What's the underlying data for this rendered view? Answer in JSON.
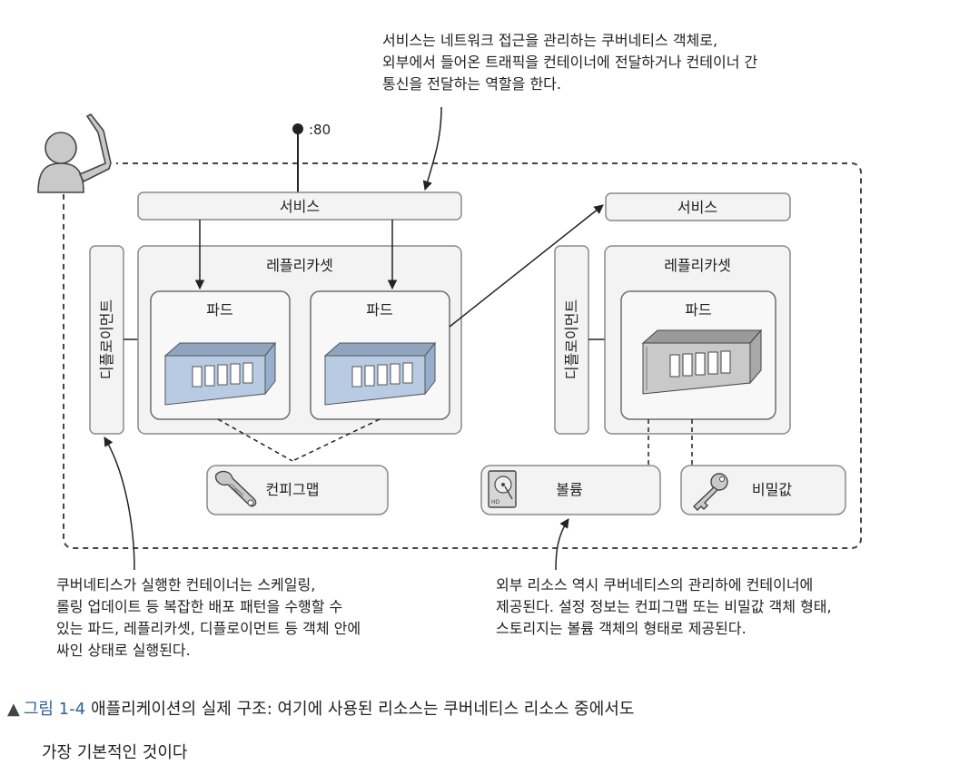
{
  "notes": {
    "service": "서비스는 네트워크 접근을 관리하는 쿠버네티스 객체로,\n외부에서 들어온 트래픽을 컨테이너에 전달하거나 컨테이너 간\n통신을 전달하는 역할을 한다.",
    "left": "쿠버네티스가 실행한 컨테이너는 스케일링,\n롤링 업데이트 등 복잡한 배포 패턴을 수행할 수\n있는 파드, 레플리카셋, 디플로이먼트 등 객체 안에\n싸인 상태로 실행된다.",
    "right": "외부 리소스 역시 쿠버네티스의 관리하에 컨테이너에\n제공된다. 설정 정보는 컨피그맵 또는 비밀값 객체 형태,\n스토리지는 볼륨 객체의 형태로 제공된다."
  },
  "diagram": {
    "port": ":80",
    "service_label": "서비스",
    "replicaset_label": "레플리카셋",
    "pod_label": "파드",
    "deployment_label": "디플로이먼트",
    "configmap_label": "컨피그맵",
    "volume_label": "볼륨",
    "secret_label": "비밀값",
    "configmap_icon_text": "CONFIG",
    "volume_icon_text": "HD"
  },
  "caption": {
    "prefix": "그림 1-4",
    "text": "애플리케이션의 실제 구조: 여기에 사용된 리소스는 쿠버네티스 리소스 중에서도",
    "continuation": "가장 기본적인 것이다"
  },
  "colors": {
    "box_fill": "#f3f3f3",
    "box_stroke": "#8a8a8a",
    "blue_container": "#b8cbe3",
    "gray_container": "#c9c9c9",
    "caption_accent": "#2f5f9f"
  }
}
